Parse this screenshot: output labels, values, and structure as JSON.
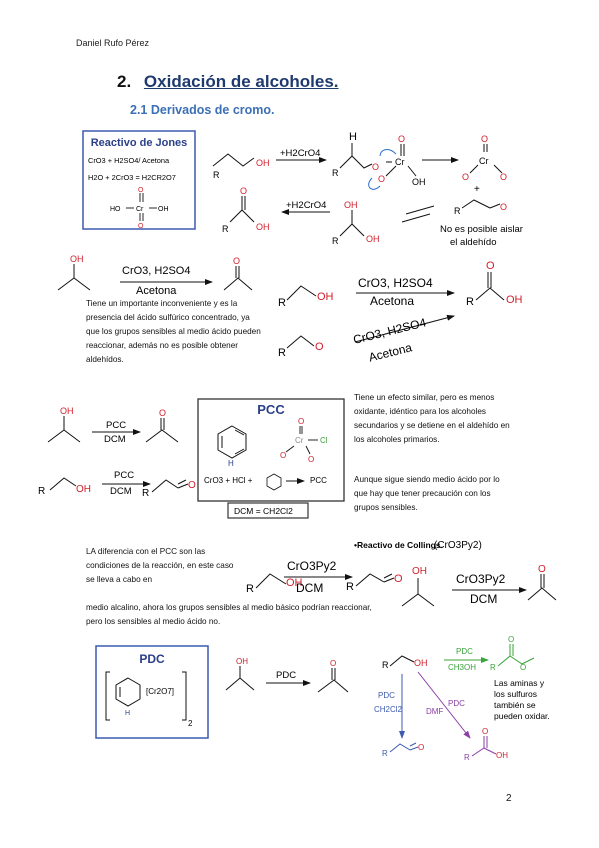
{
  "header": {
    "author": "Daniel Rufo Pérez"
  },
  "section": {
    "number": "2.",
    "title": "Oxidación de alcoholes."
  },
  "subsection": {
    "title": "2.1 Derivados de cromo."
  },
  "jones": {
    "title": "Reactivo de Jones",
    "line1": "CrO3 + H2SO4/ Acetona",
    "line2": "H2O + 2CrO3 = H2CR2O7",
    "step_reagent": "+H2CrO4",
    "step_reagent2": "+H2CrO4",
    "aldehyde_note_1": "No es posible aislar",
    "aldehyde_note_2": "el aldehído",
    "reagent_a": "CrO3, H2SO4",
    "solvent_a": "Acetona",
    "reagent_b": "CrO3, H2SO4",
    "solvent_b": "Acetona",
    "reagent_c": "CrO3, H2SO4",
    "solvent_c": "Acetona"
  },
  "jones_note": "Tiene un importante inconveniente y es la presencia del ácido sulfúrico concentrado, ya que los grupos sensibles al medio ácido pueden reaccionar, además no es posible obtener aldehídos.",
  "pcc": {
    "title": "PCC",
    "arrow_top": "PCC",
    "arrow_bottom": "DCM",
    "arrow_top2": "PCC",
    "arrow_bottom2": "DCM",
    "eq_left": "CrO3 + HCl +",
    "eq_right": "PCC",
    "dcm_def": "DCM = CH2Cl2"
  },
  "pcc_note1": "Tiene un efecto similar, pero es menos oxidante, idéntico para los alcoholes secundarios y se detiene en el aldehído en los alcoholes primarios.",
  "pcc_note2": "Aunque sigue siendo medio ácido por lo que hay que tener precaución con los grupos sensibles.",
  "collins": {
    "title": "•Reactivo de Collings.",
    "formula": "(CrO3Py2)",
    "reagent": "CrO3Py2",
    "solvent": "DCM",
    "reagent2": "CrO3Py2",
    "solvent2": "DCM"
  },
  "collins_note_1": "LA diferencia con el PCC son las condiciones de la reacción, en este caso se lleva a cabo en",
  "collins_note_2": "medio alcalino, ahora los grupos sensibles al medio básico podrían reaccionar, pero los sensibles al medio ácido no.",
  "pdc": {
    "title": "PDC",
    "anion": "[Cr2O7]",
    "arrow": "PDC",
    "green_top": "PDC",
    "green_bottom": "CH3OH",
    "blue_top": "PDC",
    "blue_bottom": "CH2Cl2",
    "purple_top": "PDC",
    "purple_side": "DMF",
    "amines_note_1": "Las aminas y",
    "amines_note_2": "los sulfuros",
    "amines_note_3": "también se",
    "amines_note_4": "pueden oxidar."
  },
  "page_number": "2",
  "colors": {
    "title_blue": "#1f3a6e",
    "sub_blue": "#3b6fb6",
    "box_blue": "#3c5bb0",
    "oxygen_red": "#d0202b",
    "green": "#3aa33a",
    "purple": "#8a3fa6"
  }
}
